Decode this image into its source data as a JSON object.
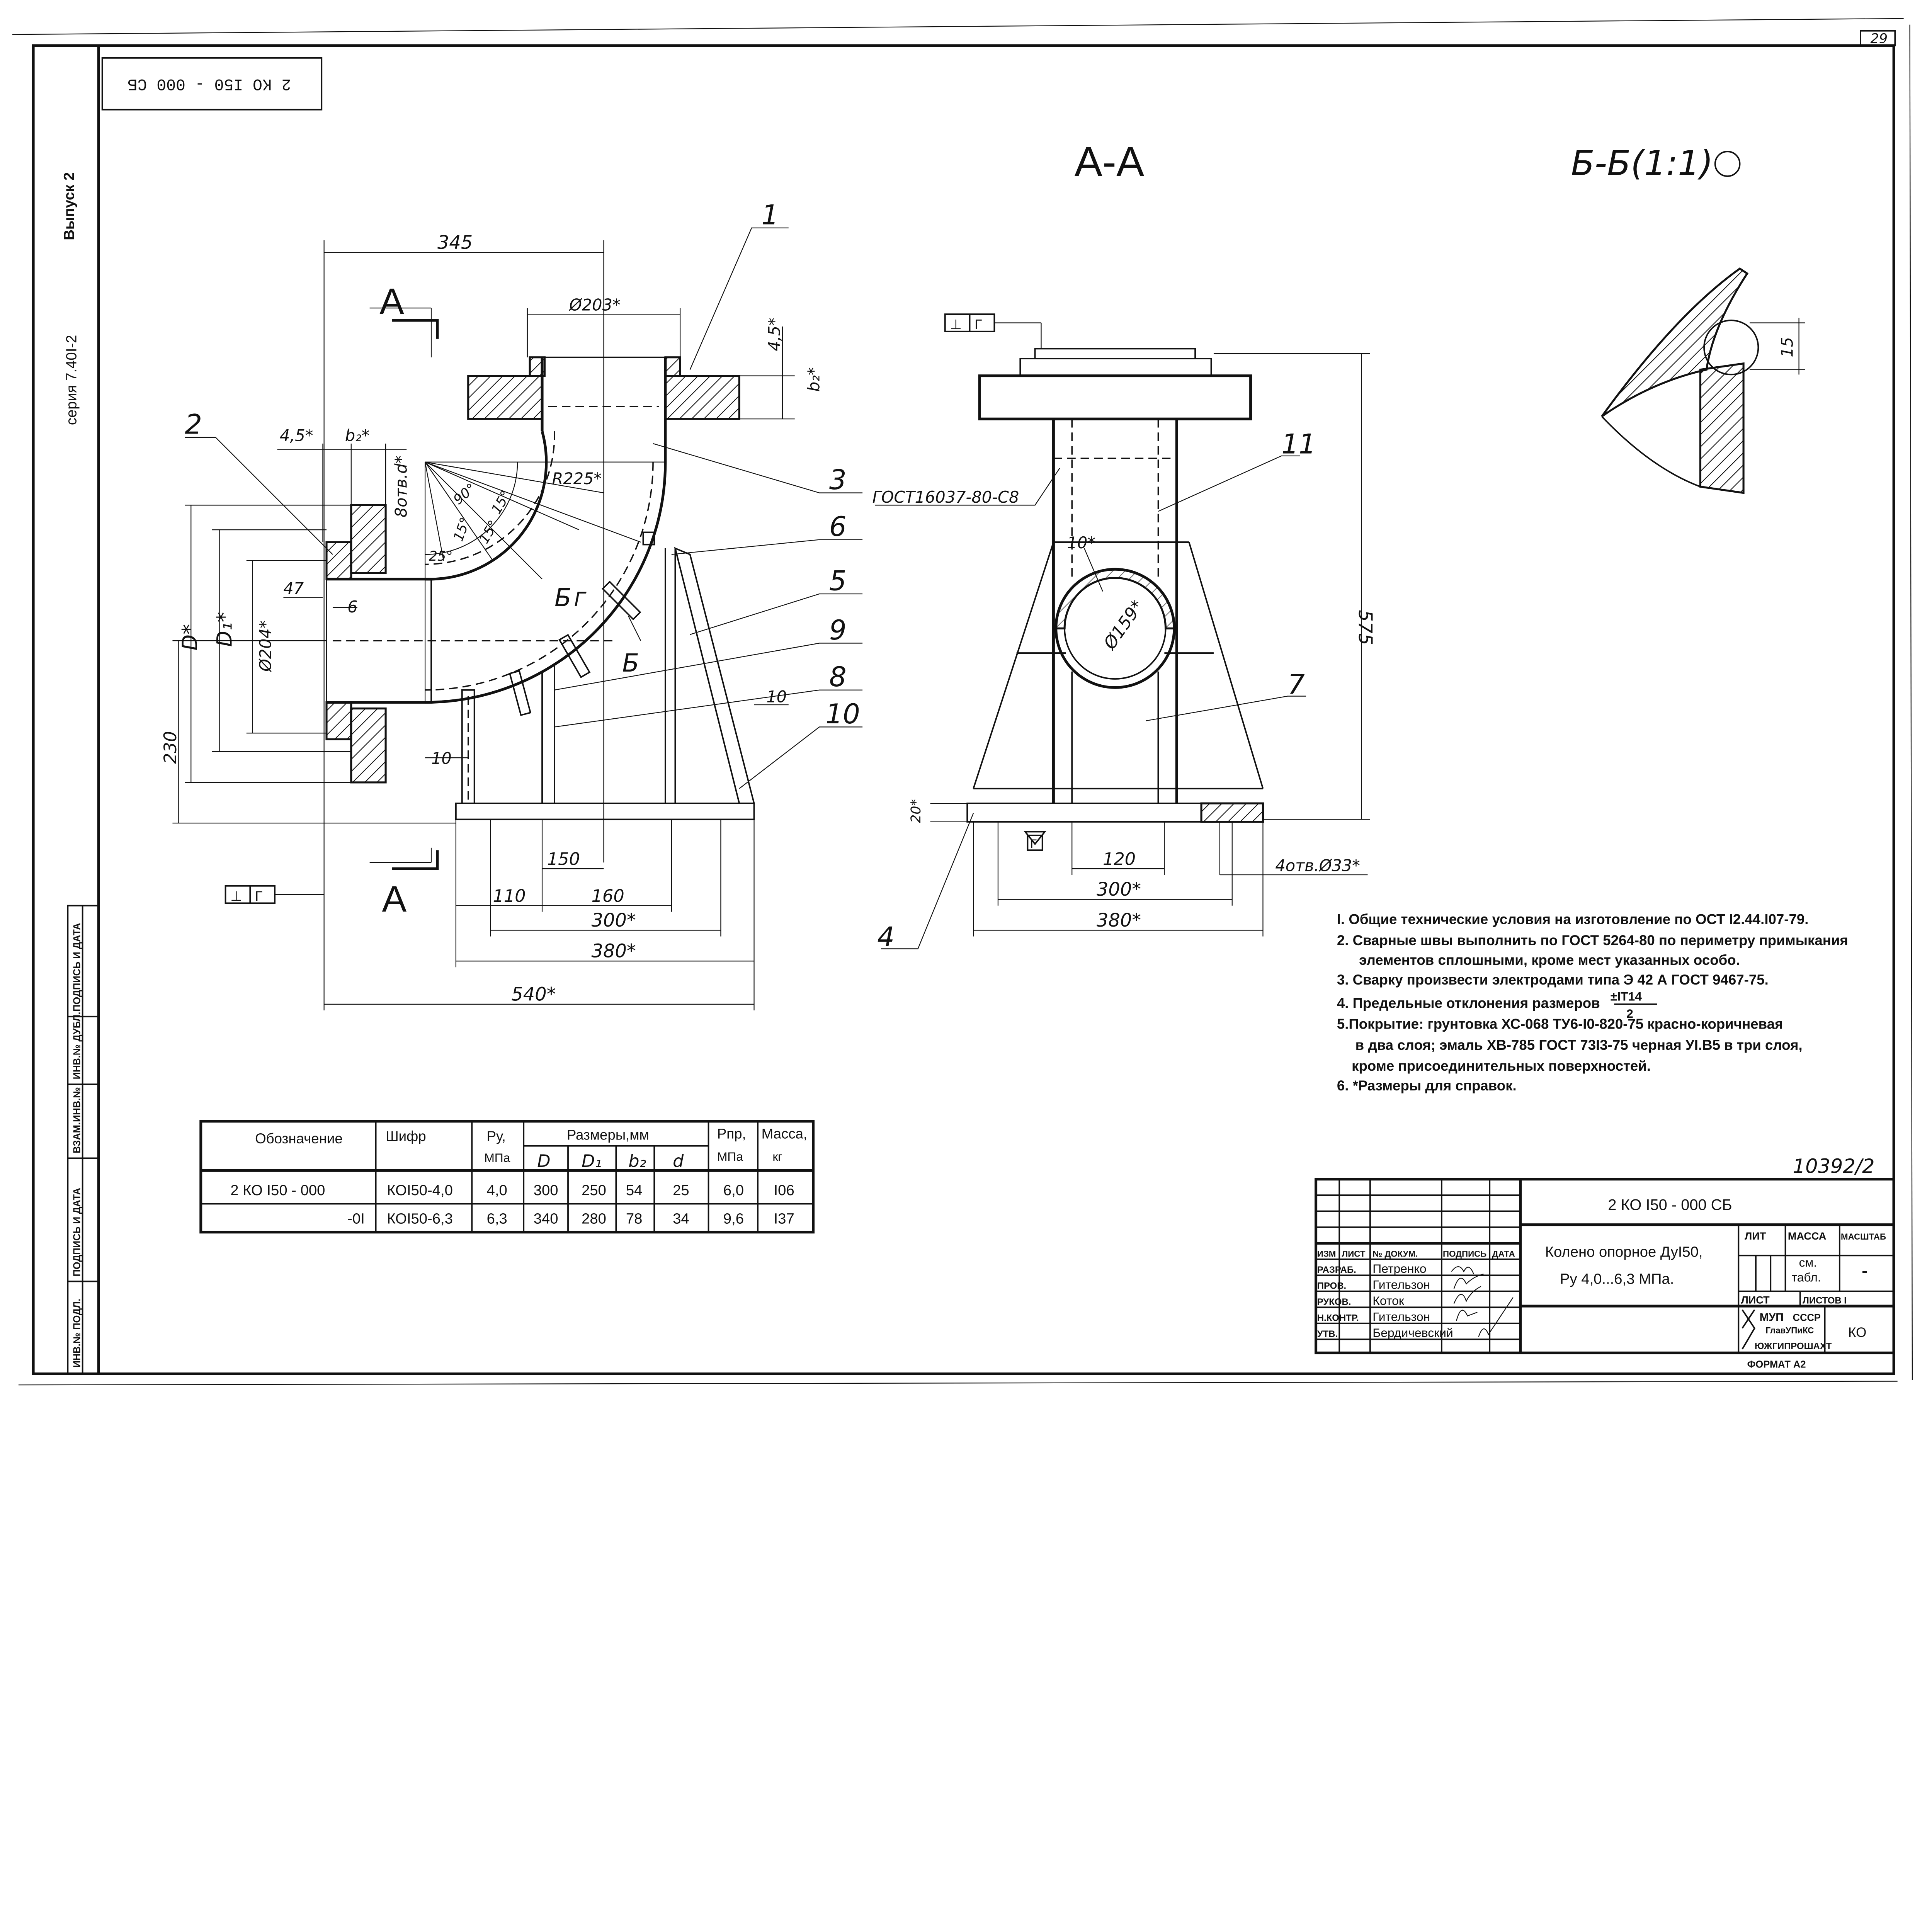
{
  "sheet_number": "29",
  "stamp_code": "2 КО І50 - 000 СБ",
  "series": "серия 7.40І-2",
  "issue": "Выпуск 2",
  "margin_strip": [
    "ИНВ.№ ПОДЛ.",
    "ПОДПИСЬ И ДАТА",
    "ВЗАМ.ИНВ.№",
    "ИНВ.№ ДУБЛ.",
    "ПОДПИСЬ И ДАТА"
  ],
  "front_view": {
    "section_mark_top": "А",
    "section_mark_bottom": "А",
    "dims": {
      "top_width": "345",
      "flange_bore": "Ø203*",
      "flange_gap": "4,5*",
      "flange_b2": "b₂*",
      "side_gap": "4,5*",
      "side_b2": "b₂*",
      "holes": "8отв.d*",
      "radius": "R225*",
      "angle_90": "90°",
      "angle_15a": "15°",
      "angle_15b": "15°",
      "angle_15c": "15°",
      "angle_25": "25°",
      "d_outer": "D*",
      "d1": "D₁*",
      "d_bore": "Ø204*",
      "weld_47": "47",
      "weld_6": "6",
      "height_230": "230",
      "dim_150": "150",
      "dim_110": "110",
      "dim_160": "160",
      "dim_300": "300*",
      "dim_380": "380*",
      "dim_540": "540*",
      "weld_10a": "10",
      "weld_10b": "10",
      "section_b1": "Б",
      "section_b2": "Б",
      "section_g": "Г"
    },
    "datum_frame": [
      "⊥",
      "Г"
    ],
    "leaders": [
      "1",
      "2",
      "3",
      "6",
      "5",
      "9",
      "8",
      "10"
    ]
  },
  "section_aa": {
    "title": "А-А",
    "weld_std": "ГОСТ16037-80-С8",
    "weld_10": "10*",
    "pipe_dia": "Ø159*",
    "height_575": "575",
    "base_20": "20*",
    "dim_120": "120",
    "dim_300": "300*",
    "dim_380": "380*",
    "holes": "4отв.Ø33*",
    "datum_frame": [
      "⊥",
      "Г"
    ],
    "datum_g": "Г",
    "leaders": [
      "11",
      "7",
      "4"
    ]
  },
  "section_bb": {
    "title": "Б-Б(1:1)",
    "weld_15": "15"
  },
  "notes": [
    "І. Общие технические условия на изготовление по ОСТ І2.44.І07-79.",
    "2. Сварные швы выполнить по ГОСТ 5264-80 по периметру примыкания",
    "элементов сплошными, кроме мест указанных особо.",
    "3. Сварку произвести электродами типа Э 42 А ГОСТ 9467-75.",
    "4. Предельные отклонения размеров",
    "5.Покрытие: грунтовка ХС-068 ТУ6-І0-820-75 красно-коричневая",
    "в два слоя; эмаль ХВ-785 ГОСТ 73І3-75 черная УІ.В5 в три слоя,",
    "кроме присоединительных поверхностей.",
    "6. *Размеры для справок."
  ],
  "tolerance": {
    "numerator": "±IТ14",
    "denominator": "2"
  },
  "table": {
    "headers": {
      "designation": "Обозначение",
      "code": "Шифр",
      "py": "Ру,",
      "py_unit": "МПа",
      "sizes": "Размеры,мм",
      "d": "D",
      "d1": "D₁",
      "b2": "b₂",
      "dd": "d",
      "ppr": "Рпр,",
      "ppr_unit": "МПа",
      "mass": "Масса,",
      "mass_unit": "кг"
    },
    "rows": [
      [
        "2 КО І50 - 000",
        "КОІ50-4,0",
        "4,0",
        "300",
        "250",
        "54",
        "25",
        "6,0",
        "І06"
      ],
      [
        "-0І",
        "КОІ50-6,3",
        "6,3",
        "340",
        "280",
        "78",
        "34",
        "9,6",
        "І37"
      ]
    ]
  },
  "doc_number": "10392/2",
  "title_block": {
    "code": "2 КО І50 - 000 СБ",
    "name_line1": "Колено опорное ДуІ50,",
    "name_line2": "Ру 4,0...6,3 МПа.",
    "col_headers": [
      "ИЗМ",
      "ЛИСТ",
      "№ ДОКУМ.",
      "ПОДПИСЬ",
      "ДАТА"
    ],
    "staff": [
      {
        "role": "РАЗРАБ.",
        "name": "Петренко"
      },
      {
        "role": "ПРОВ.",
        "name": "Гительзон"
      },
      {
        "role": "РУКОВ.",
        "name": "Коток"
      },
      {
        "role": "Н.КОНТР.",
        "name": "Гительзон"
      },
      {
        "role": "УТВ.",
        "name": "Бердичевский"
      }
    ],
    "lit": "ЛИТ",
    "mass": "МАССА",
    "scale": "МАСШТАБ",
    "mass_value1": "см.",
    "mass_value2": "табл.",
    "scale_value": "-",
    "sheet": "ЛИСТ",
    "sheets": "ЛИСТОВ І",
    "org_line1": "МУП",
    "org_line1b": "СССР",
    "org_line2": "ГлавУПиКС",
    "org_line3": "ЮЖГИПРОШАХТ",
    "org_code": "КО",
    "format": "ФОРМАТ А2"
  },
  "colors": {
    "ink": "#111111",
    "paper": "#ffffff"
  }
}
